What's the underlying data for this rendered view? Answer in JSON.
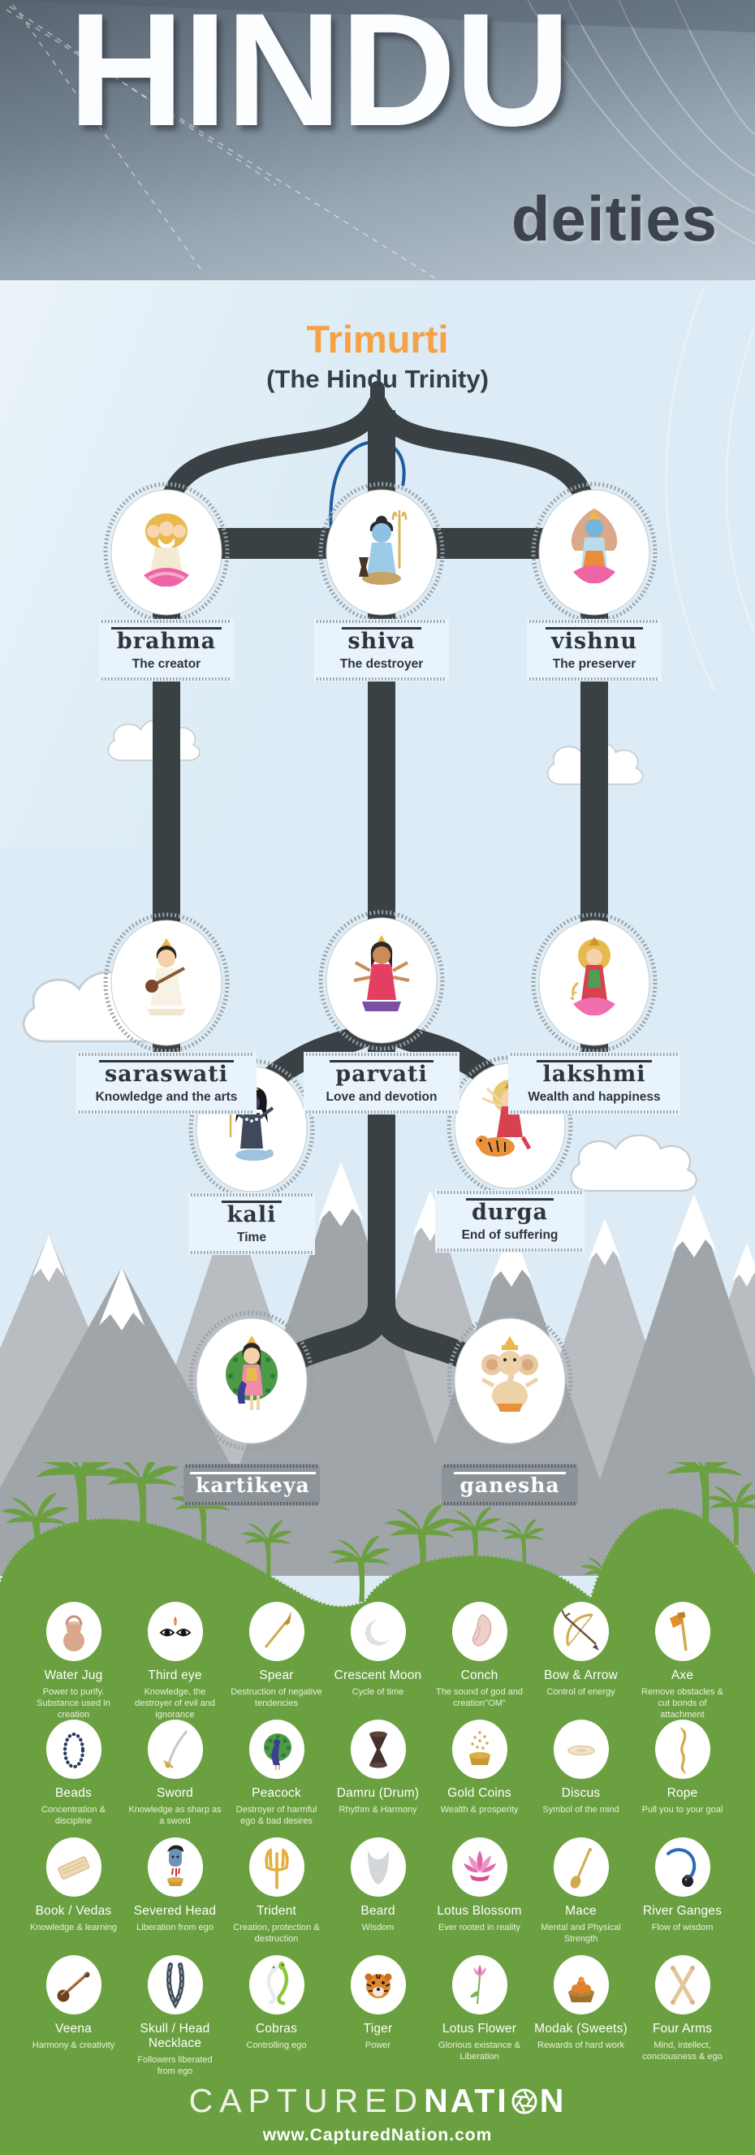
{
  "header": {
    "title": "HINDU",
    "subtitle": "deities"
  },
  "tree": {
    "heading": "Trimurti",
    "subheading": "(The Hindu Trinity)",
    "deities": {
      "brahma": {
        "name": "brahma",
        "role": "The creator",
        "icon": "brahma-figure"
      },
      "shiva": {
        "name": "shiva",
        "role": "The destroyer",
        "icon": "shiva-figure"
      },
      "vishnu": {
        "name": "vishnu",
        "role": "The preserver",
        "icon": "vishnu-figure"
      },
      "saraswati": {
        "name": "saraswati",
        "role": "Knowledge and the arts",
        "icon": "saraswati-figure"
      },
      "parvati": {
        "name": "parvati",
        "role": "Love and devotion",
        "icon": "parvati-figure"
      },
      "lakshmi": {
        "name": "lakshmi",
        "role": "Wealth and happiness",
        "icon": "lakshmi-figure"
      },
      "kali": {
        "name": "kali",
        "role": "Time",
        "icon": "kali-figure"
      },
      "durga": {
        "name": "durga",
        "role": "End of suffering",
        "icon": "durga-figure"
      },
      "kartikeya": {
        "name": "kartikeya",
        "role": "",
        "icon": "kartikeya-figure"
      },
      "ganesha": {
        "name": "ganesha",
        "role": "",
        "icon": "ganesha-figure"
      }
    }
  },
  "symbols": {
    "items": [
      {
        "icon": "water-jug-icon",
        "title": "Water Jug",
        "desc": "Power to purify. Substance used in creation"
      },
      {
        "icon": "third-eye-icon",
        "title": "Third eye",
        "desc": "Knowledge, the destroyer of evil and ignorance"
      },
      {
        "icon": "spear-icon",
        "title": "Spear",
        "desc": "Destruction of negative tendencies"
      },
      {
        "icon": "crescent-moon-icon",
        "title": "Crescent Moon",
        "desc": "Cycle of time"
      },
      {
        "icon": "conch-icon",
        "title": "Conch",
        "desc": "The sound of god and creation\"OM\""
      },
      {
        "icon": "bow-arrow-icon",
        "title": "Bow & Arrow",
        "desc": "Control of energy"
      },
      {
        "icon": "axe-icon",
        "title": "Axe",
        "desc": "Remove obstacles & cut bonds of attachment"
      },
      {
        "icon": "beads-icon",
        "title": "Beads",
        "desc": "Concentration & discipline"
      },
      {
        "icon": "sword-icon",
        "title": "Sword",
        "desc": "Knowledge as sharp as a sword"
      },
      {
        "icon": "peacock-icon",
        "title": "Peacock",
        "desc": "Destroyer of harmful ego & bad desires"
      },
      {
        "icon": "damru-icon",
        "title": "Damru (Drum)",
        "desc": "Rhythm & Harmony"
      },
      {
        "icon": "gold-coins-icon",
        "title": "Gold Coins",
        "desc": "Wealth & prosperity"
      },
      {
        "icon": "discus-icon",
        "title": "Discus",
        "desc": "Symbol of the mind"
      },
      {
        "icon": "rope-icon",
        "title": "Rope",
        "desc": "Pull you to your goal"
      },
      {
        "icon": "book-vedas-icon",
        "title": "Book / Vedas",
        "desc": "Knowledge & learning"
      },
      {
        "icon": "severed-head-icon",
        "title": "Severed Head",
        "desc": "Liberation from ego"
      },
      {
        "icon": "trident-icon",
        "title": "Trident",
        "desc": "Creation, protection & destruction"
      },
      {
        "icon": "beard-icon",
        "title": "Beard",
        "desc": "Wisdom"
      },
      {
        "icon": "lotus-blossom-icon",
        "title": "Lotus Blossom",
        "desc": "Ever rooted in reality"
      },
      {
        "icon": "mace-icon",
        "title": "Mace",
        "desc": "Mental and Physical Strength"
      },
      {
        "icon": "river-ganges-icon",
        "title": "River Ganges",
        "desc": "Flow of wisdom"
      },
      {
        "icon": "veena-icon",
        "title": "Veena",
        "desc": "Harmony & creativity"
      },
      {
        "icon": "skull-necklace-icon",
        "title": "Skull / Head Necklace",
        "desc": "Followers liberated from ego"
      },
      {
        "icon": "cobras-icon",
        "title": "Cobras",
        "desc": "Controlling ego"
      },
      {
        "icon": "tiger-icon",
        "title": "Tiger",
        "desc": "Power"
      },
      {
        "icon": "lotus-flower-icon",
        "title": "Lotus Flower",
        "desc": "Glorious existance & Liberation"
      },
      {
        "icon": "modak-icon",
        "title": "Modak (Sweets)",
        "desc": "Rewards of hard work"
      },
      {
        "icon": "four-arms-icon",
        "title": "Four Arms",
        "desc": "Mind, intellect, conciousness & ego"
      }
    ]
  },
  "footer": {
    "brand_thin": "CAPTURED",
    "brand_bold_pre": "NATI",
    "brand_bold_post": "N",
    "url": "www.CapturedNation.com"
  },
  "colors": {
    "accent_orange": "#F5A144",
    "leaf_green": "#6BA041",
    "ink": "#3A4145",
    "sky": "#DCEBF5"
  }
}
